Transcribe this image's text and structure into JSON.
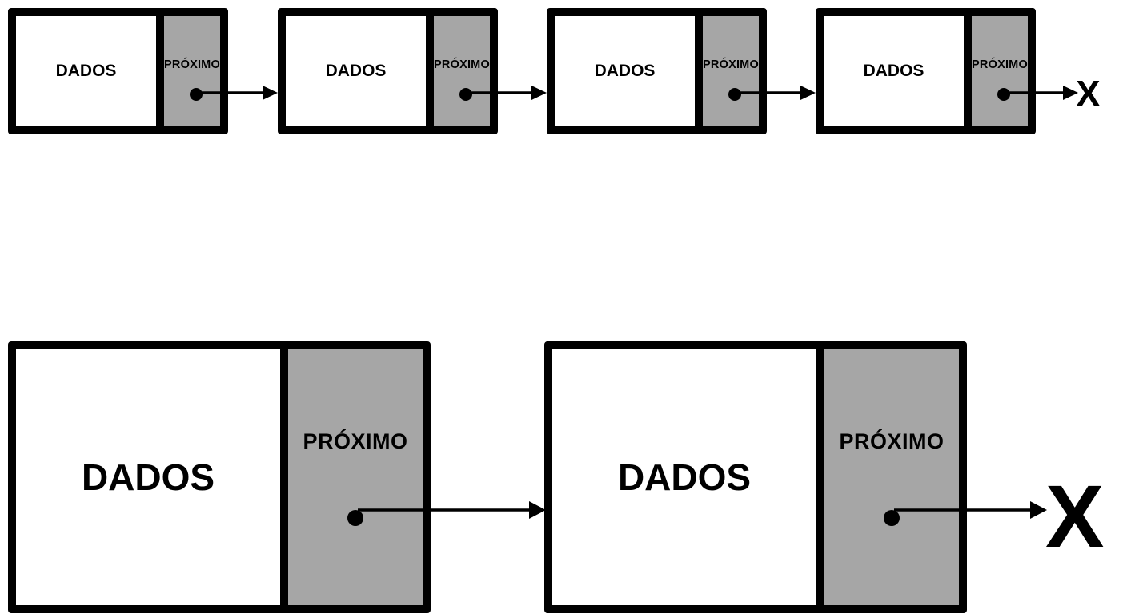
{
  "node_data_label": "DADOS",
  "node_next_label": "PRÓXIMO",
  "null_marker": "X",
  "colors": {
    "border": "#000000",
    "data_fill": "#ffffff",
    "next_fill": "#a6a6a6",
    "arrow": "#000000"
  },
  "small_row": {
    "nodes": [
      {
        "data": "DADOS",
        "next": "PRÓXIMO"
      },
      {
        "data": "DADOS",
        "next": "PRÓXIMO"
      },
      {
        "data": "DADOS",
        "next": "PRÓXIMO"
      },
      {
        "data": "DADOS",
        "next": "PRÓXIMO"
      }
    ],
    "terminator": "X"
  },
  "large_row": {
    "nodes": [
      {
        "data": "DADOS",
        "next": "PRÓXIMO"
      },
      {
        "data": "DADOS",
        "next": "PRÓXIMO"
      }
    ],
    "terminator": "X"
  }
}
